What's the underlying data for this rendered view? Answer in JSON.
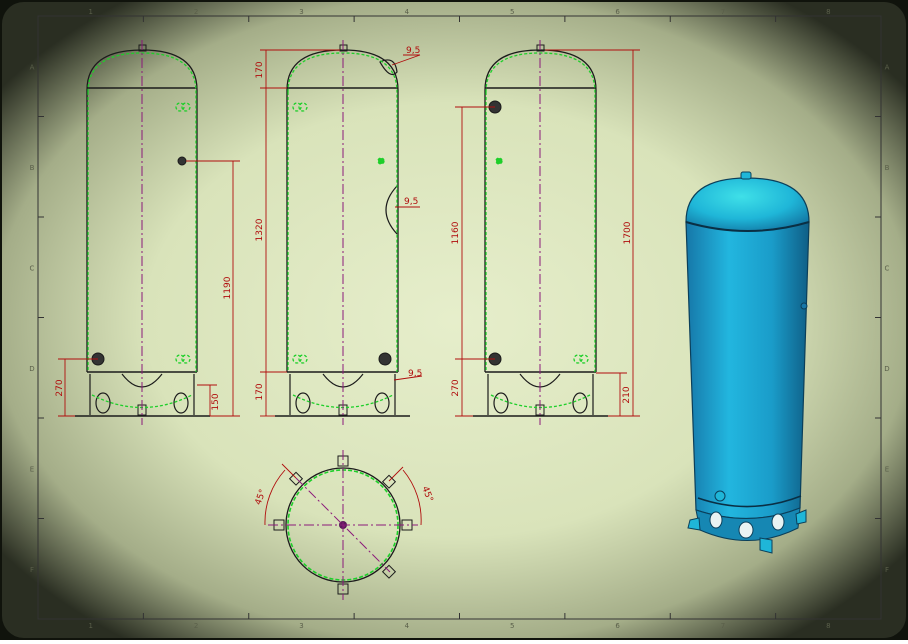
{
  "frame": {
    "columns": [
      "1",
      "2",
      "3",
      "4",
      "5",
      "6",
      "7",
      "8"
    ],
    "rows": [
      "A",
      "B",
      "C",
      "D",
      "E",
      "F"
    ]
  },
  "dimensions": {
    "v1": {
      "left": "270",
      "right_short": "150",
      "right_tall": "1190"
    },
    "v2": {
      "top": "170",
      "mid": "1320",
      "bottom": "170",
      "r_top": "9,5",
      "r_mid": "9,5",
      "r_bot": "9,5"
    },
    "v3": {
      "left_tall": "1160",
      "left_short": "270",
      "right_tall": "1700",
      "right_short": "210"
    },
    "plan": {
      "angle_left": "45°",
      "angle_right": "45°"
    }
  },
  "colors": {
    "sheet_center": "#e3ecc9",
    "sheet_edge": "#1a1e14",
    "outline": "#1b1b1b",
    "green": "#1ecf2a",
    "dimension": "#b00d0d",
    "centerline": "#8b1a7a",
    "tank_3d": "#19a9d6"
  }
}
